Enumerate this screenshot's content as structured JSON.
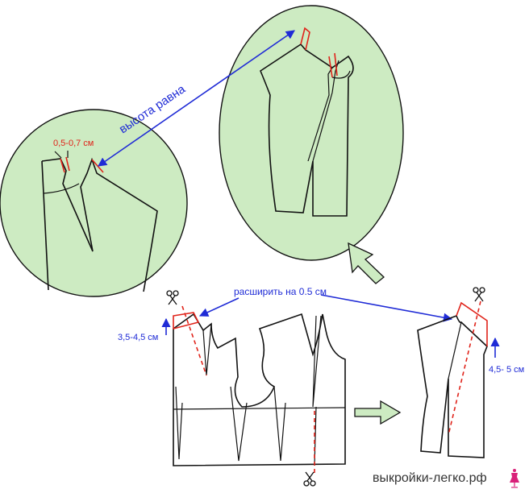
{
  "labels": {
    "height_equal": "высота равна",
    "offset_small": "0,5-0,7 см",
    "expand_by": "расширить на 0.5 см",
    "left_height": "3,5-4,5 см",
    "right_height": "4,5- 5 см",
    "watermark": "выкройки-легко.рф"
  },
  "colors": {
    "circle_fill": "#cdebc2",
    "blue": "#1f2bd6",
    "red": "#e0231a",
    "arrow_fill": "#cdebc2"
  },
  "icons": {
    "scissors": "scissors-icon",
    "mannequin": "mannequin-icon"
  }
}
